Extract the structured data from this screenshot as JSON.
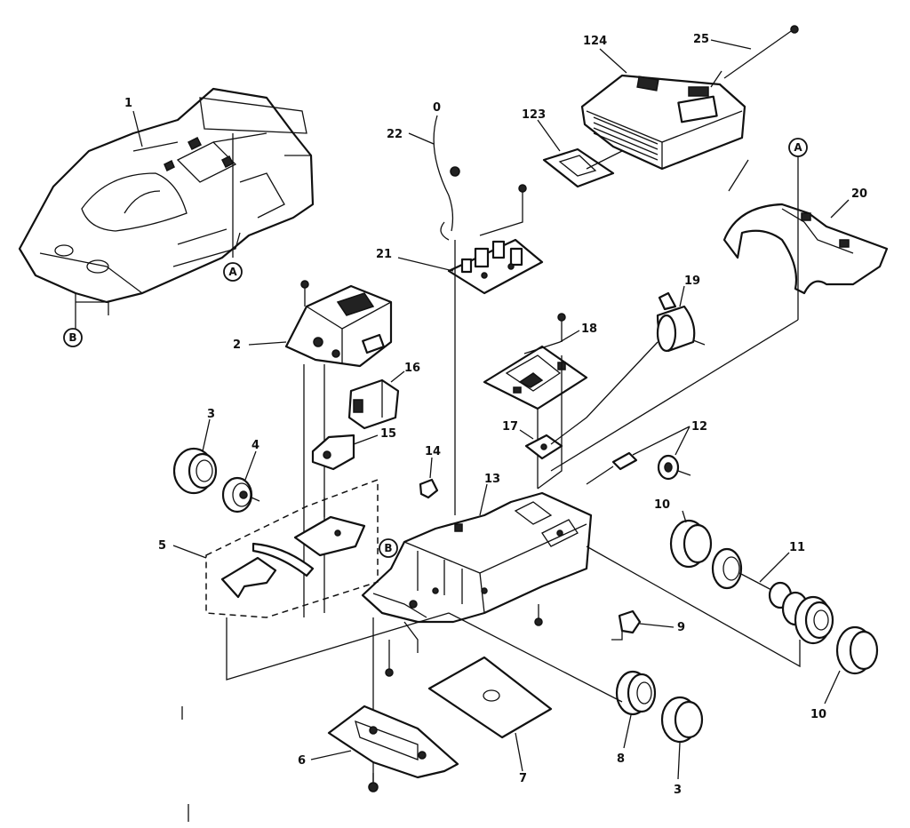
{
  "diagram": {
    "part_labels": {
      "p1": "1",
      "p2": "2",
      "p3a": "3",
      "p3b": "3",
      "p4": "4",
      "p5": "5",
      "p6": "6",
      "p7": "7",
      "p8": "8",
      "p9": "9",
      "p10a": "10",
      "p10b": "10",
      "p11": "11",
      "p12": "12",
      "p13": "13",
      "p14": "14",
      "p15": "15",
      "p16": "16",
      "p17": "17",
      "p18": "18",
      "p19": "19",
      "p20": "20",
      "p21": "21",
      "p22": "22",
      "p23": "123",
      "p24": "124",
      "p25": "25"
    },
    "reference_markers": {
      "a_body": "A",
      "a_rear": "A",
      "b_body": "B",
      "b_chassis": "B"
    },
    "misc_text": {
      "wire_tag": "0"
    }
  }
}
